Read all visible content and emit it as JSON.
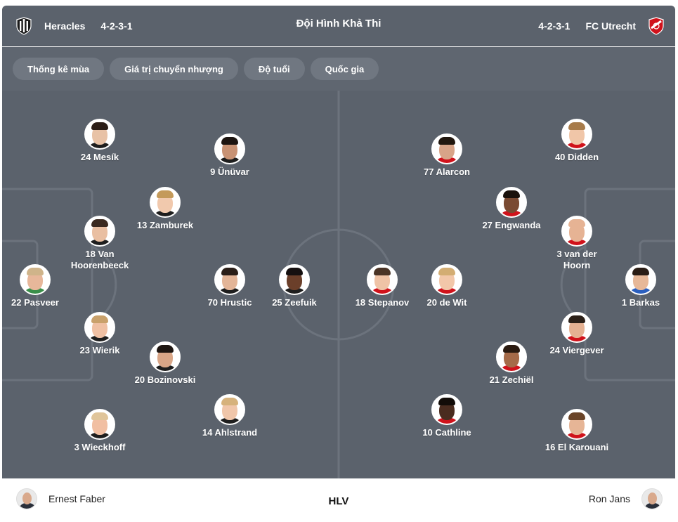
{
  "header": {
    "title": "Đội Hình Khả Thi",
    "home": {
      "name": "Heracles",
      "formation": "4-2-3-1",
      "crest_icon": "heracles-crest-icon"
    },
    "away": {
      "name": "FC Utrecht",
      "formation": "4-2-3-1",
      "crest_icon": "utrecht-crest-icon"
    }
  },
  "filters": [
    "Thống kê mùa",
    "Giá trị chuyển nhượng",
    "Độ tuổi",
    "Quốc gia"
  ],
  "home_players": [
    {
      "label": "24 Mesík",
      "skin": "#e8c2a6",
      "hair": "#2b1d17"
    },
    {
      "label": "9 Ünüvar",
      "skin": "#c89274",
      "hair": "#1c1410"
    },
    {
      "label": "13 Zamburek",
      "skin": "#f1c9ad",
      "hair": "#c49a5a"
    },
    {
      "label": "18 Van Hoorenbeeck",
      "skin": "#e9bfa2",
      "hair": "#3b2a20"
    },
    {
      "label": "22 Pasveer",
      "skin": "#e7b79a",
      "hair": "#cfb48a"
    },
    {
      "label": "70 Hrustic",
      "skin": "#e3b598",
      "hair": "#2a1e18"
    },
    {
      "label": "25 Zeefuik",
      "skin": "#6b3f2a",
      "hair": "#151010"
    },
    {
      "label": "23 Wierik",
      "skin": "#efc0a3",
      "hair": "#c9a16b"
    },
    {
      "label": "20 Bozinovski",
      "skin": "#d9a687",
      "hair": "#1e1612"
    },
    {
      "label": "3 Wieckhoff",
      "skin": "#f1bfa2",
      "hair": "#e0c59a"
    },
    {
      "label": "14 Ahlstrand",
      "skin": "#f0c6aa",
      "hair": "#d6b27c"
    }
  ],
  "away_players": [
    {
      "label": "77 Alarcon",
      "skin": "#d8a488",
      "hair": "#21170f"
    },
    {
      "label": "40 Didden",
      "skin": "#f0c6a8",
      "hair": "#a77b4a"
    },
    {
      "label": "27 Engwanda",
      "skin": "#7a4a32",
      "hair": "#1a120c"
    },
    {
      "label": "3 van der Hoorn",
      "skin": "#e6b394",
      "hair": "#e6b394"
    },
    {
      "label": "18 Stepanov",
      "skin": "#efc3a6",
      "hair": "#4a3426"
    },
    {
      "label": "20 de Wit",
      "skin": "#f2c7a9",
      "hair": "#d3ad73"
    },
    {
      "label": "1 Barkas",
      "skin": "#e7b898",
      "hair": "#2a1d15"
    },
    {
      "label": "24 Viergever",
      "skin": "#e5b192",
      "hair": "#2c2119"
    },
    {
      "label": "21 Zechiël",
      "skin": "#a56a48",
      "hair": "#2a1a10"
    },
    {
      "label": "10 Cathline",
      "skin": "#4a2c1f",
      "hair": "#120c08"
    },
    {
      "label": "16 El Karouani",
      "skin": "#e6b596",
      "hair": "#6a4428"
    }
  ],
  "coaches": {
    "label": "HLV",
    "home": "Ernest Faber",
    "away": "Ron Jans"
  },
  "colors": {
    "pitch": "#5b626c",
    "lines": "#6c737d",
    "chip": "#707781"
  }
}
